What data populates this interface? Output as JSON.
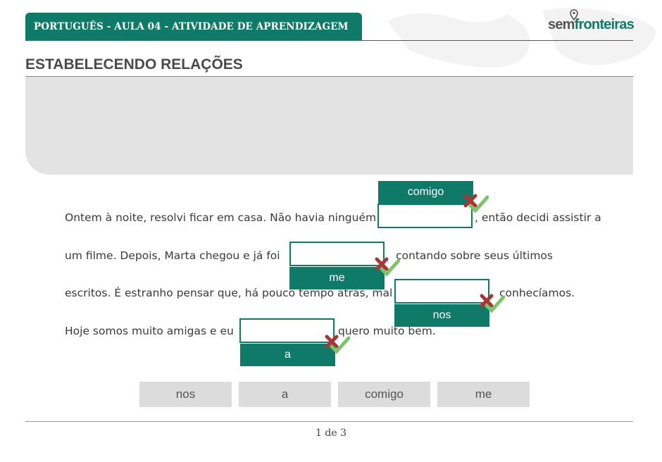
{
  "header": {
    "title": "PORTUGUÊS - AULA 04 - ATIVIDADE DE APRENDIZAGEM",
    "logo_part1": "sem",
    "logo_part2": "fronteiras"
  },
  "section": {
    "title": "ESTABELECENDO RELAÇÕES"
  },
  "sentence": {
    "line1_before": "Ontem à noite, resolvi ficar em casa. Não havia ninguém",
    "line1_after": ", então decidi assistir a",
    "line2_before": "um filme. Depois, Marta chegou e já foi",
    "line2_after": "contando sobre seus últimos",
    "line3_before": "escritos. É estranho pensar que, há pouco tempo atrás, mal",
    "line3_after": "conhecíamos.",
    "line4_before": "Hoje somos muito amigas e eu",
    "line4_after": "quero muito bem."
  },
  "answers": {
    "blank1": "comigo",
    "blank2": "me",
    "blank3": "nos",
    "blank4": "a"
  },
  "choices": [
    "nos",
    "a",
    "comigo",
    "me"
  ],
  "pagination": {
    "label": "1 de 3"
  },
  "colors": {
    "brand": "#0e7a67",
    "choice_bg": "#dcdcdc",
    "instructions_bg": "#e3e3e3",
    "wrong_mark": "#a93636",
    "correct_mark": "#7cc46a"
  }
}
